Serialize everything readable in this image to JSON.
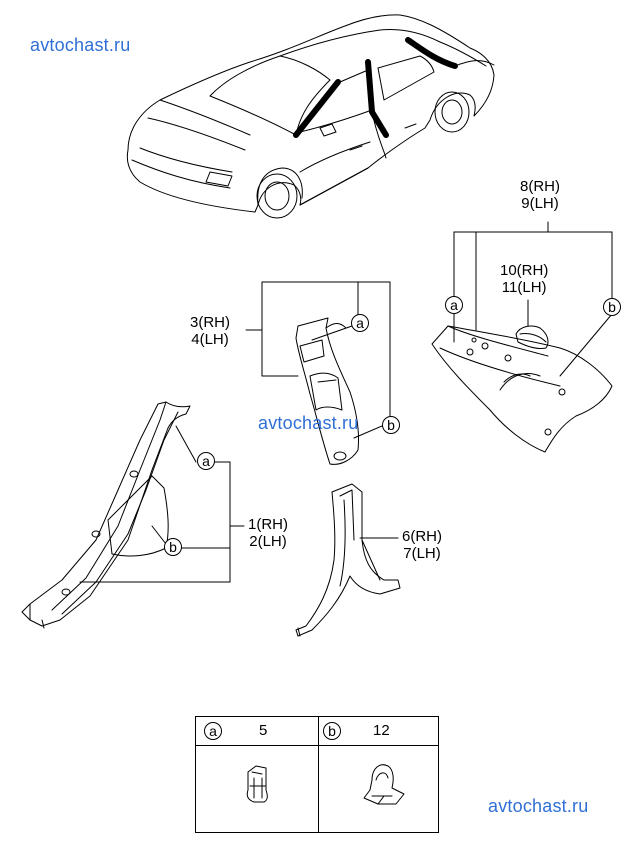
{
  "watermark": "avtochast.ru",
  "callouts": {
    "a": "a",
    "b": "b"
  },
  "parts": {
    "p1": {
      "rh": "1(RH)",
      "lh": "2(LH)"
    },
    "p3": {
      "rh": "3(RH)",
      "lh": "4(LH)"
    },
    "p6": {
      "rh": "6(RH)",
      "lh": "7(LH)"
    },
    "p8": {
      "rh": "8(RH)",
      "lh": "9(LH)"
    },
    "p10": {
      "rh": "10(RH)",
      "lh": "11(LH)"
    }
  },
  "legend": {
    "a_part": "5",
    "b_part": "12"
  },
  "colors": {
    "watermark": "#2f6fd6",
    "line": "#000000"
  }
}
